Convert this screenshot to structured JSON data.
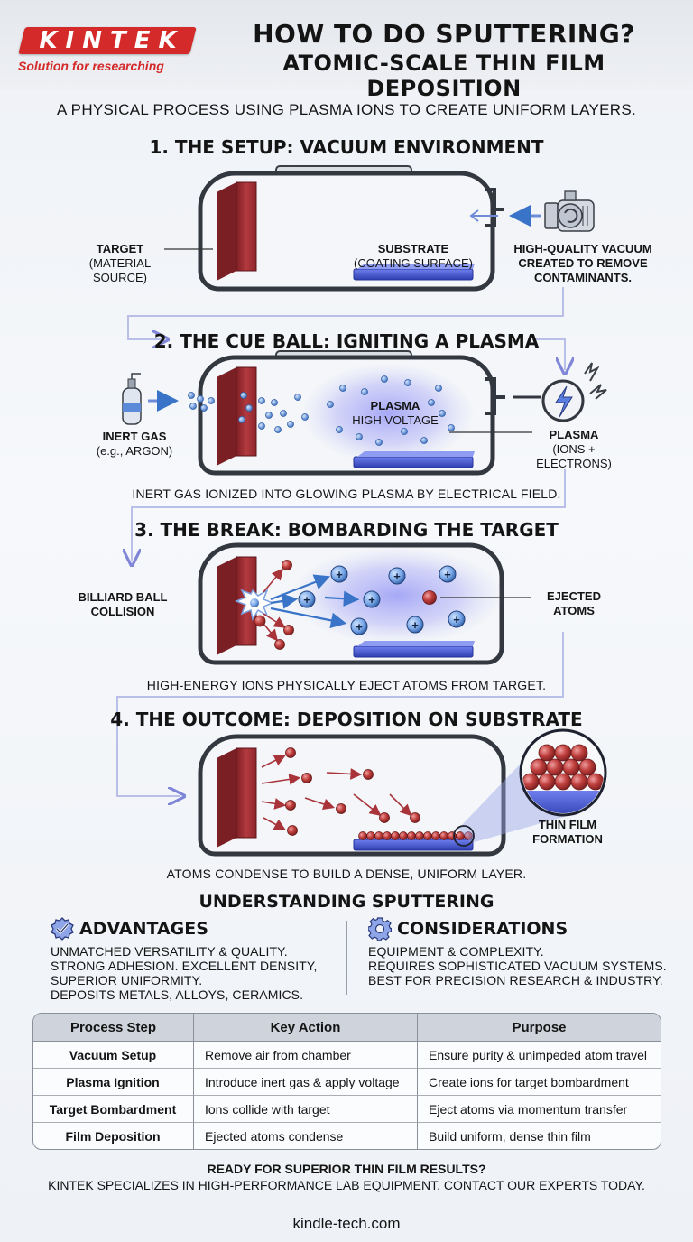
{
  "brand": {
    "logo": "KINTEK",
    "tagline": "Solution for researching"
  },
  "title": {
    "line1": "HOW TO DO SPUTTERING?",
    "line2": "ATOMIC-SCALE THIN FILM DEPOSITION"
  },
  "subtitle": "A PHYSICAL PROCESS USING PLASMA IONS TO CREATE UNIFORM LAYERS.",
  "step1": {
    "title": "1. THE SETUP: VACUUM ENVIRONMENT",
    "target_label": "TARGET",
    "target_sub": "(MATERIAL SOURCE)",
    "substrate_label": "SUBSTRATE",
    "substrate_sub": "(COATING SURFACE)",
    "vacuum_line1": "HIGH-QUALITY VACUUM",
    "vacuum_line2": "CREATED TO REMOVE",
    "vacuum_line3": "CONTAMINANTS.",
    "pump_icon": "vacuum-pump-icon"
  },
  "step2": {
    "title": "2. THE CUE BALL: IGNITING A PLASMA",
    "gas_label": "INERT GAS",
    "gas_sub": "(e.g., ARGON)",
    "plasma_center": "PLASMA",
    "plasma_center_sub": "HIGH VOLTAGE",
    "plasma_label": "PLASMA",
    "plasma_sub": "(IONS + ELECTRONS)",
    "caption": "INERT GAS IONIZED INTO GLOWING PLASMA BY ELECTRICAL FIELD.",
    "icons": [
      "gas-cylinder-icon",
      "high-voltage-icon"
    ]
  },
  "step3": {
    "title": "3. THE BREAK: BOMBARDING THE TARGET",
    "collision_line1": "BILLIARD BALL",
    "collision_line2": "COLLISION",
    "ejected_line1": "EJECTED",
    "ejected_line2": "ATOMS",
    "ion_symbol": "+",
    "caption": "HIGH-ENERGY IONS PHYSICALLY EJECT ATOMS FROM TARGET."
  },
  "step4": {
    "title": "4. THE OUTCOME: DEPOSITION ON SUBSTRATE",
    "film_line1": "THIN FILM",
    "film_line2": "FORMATION",
    "caption": "ATOMS CONDENSE TO BUILD A DENSE, UNIFORM LAYER."
  },
  "understanding": {
    "heading": "UNDERSTANDING SPUTTERING",
    "advantages": {
      "icon": "check-badge-icon",
      "title": "ADVANTAGES",
      "lines": [
        "UNMATCHED VERSATILITY & QUALITY.",
        "STRONG ADHESION. EXCELLENT DENSITY,",
        "SUPERIOR UNIFORMITY.",
        "DEPOSITS METALS, ALLOYS, CERAMICS."
      ]
    },
    "considerations": {
      "icon": "gear-icon",
      "title": "CONSIDERATIONS",
      "lines": [
        "EQUIPMENT & COMPLEXITY.",
        "REQUIRES SOPHISTICATED VACUUM SYSTEMS.",
        "BEST FOR PRECISION RESEARCH & INDUSTRY."
      ]
    }
  },
  "table": {
    "headers": [
      "Process Step",
      "Key Action",
      "Purpose"
    ],
    "rows": [
      [
        "Vacuum Setup",
        "Remove air from chamber",
        "Ensure purity & unimpeded atom travel"
      ],
      [
        "Plasma Ignition",
        "Introduce inert gas & apply voltage",
        "Create ions for target bombardment"
      ],
      [
        "Target Bombardment",
        "Ions collide with target",
        "Eject atoms via momentum transfer"
      ],
      [
        "Film Deposition",
        "Ejected atoms condense",
        "Build uniform, dense thin film"
      ]
    ]
  },
  "cta": {
    "line1": "READY FOR SUPERIOR THIN FILM RESULTS?",
    "line2": "KINTEK SPECIALIZES IN HIGH-PERFORMANCE LAB EQUIPMENT. CONTACT OUR EXPERTS TODAY."
  },
  "footer": "kindle-tech.com",
  "colors": {
    "brand_red": "#d42a2a",
    "target": "#a8343a",
    "substrate": "#4a5ed8",
    "plasma": "#8a8cf0",
    "ion": "#3a74c8",
    "atom": "#c0403e",
    "flow_line": "#b9bfe8"
  }
}
